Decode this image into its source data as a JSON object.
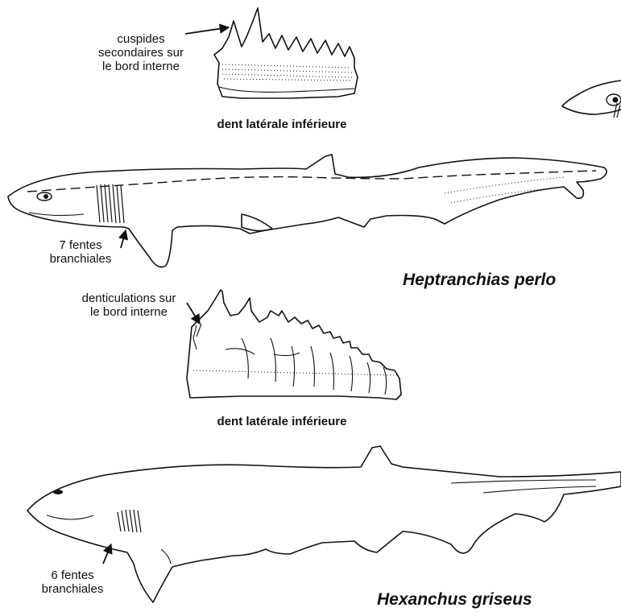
{
  "top": {
    "tooth_annotation": [
      "cuspides",
      "secondaires sur",
      "le bord interne"
    ],
    "tooth_caption": "dent latérale inférieure",
    "gill_annotation": [
      "7 fentes",
      "branchiales"
    ],
    "species": "Heptranchias perlo"
  },
  "bottom": {
    "tooth_annotation": [
      "denticulations sur",
      "le bord interne"
    ],
    "tooth_caption": "dent latérale inférieure",
    "gill_annotation": [
      "6 fentes",
      "branchiales"
    ],
    "species": "Hexanchus griseus"
  },
  "icons": {
    "top_tooth": "shark-tooth-drawing",
    "top_shark": "shark-drawing",
    "partial_shark": "partial-shark-head-drawing",
    "bottom_tooth": "shark-tooth-drawing",
    "bottom_shark": "shark-drawing"
  }
}
